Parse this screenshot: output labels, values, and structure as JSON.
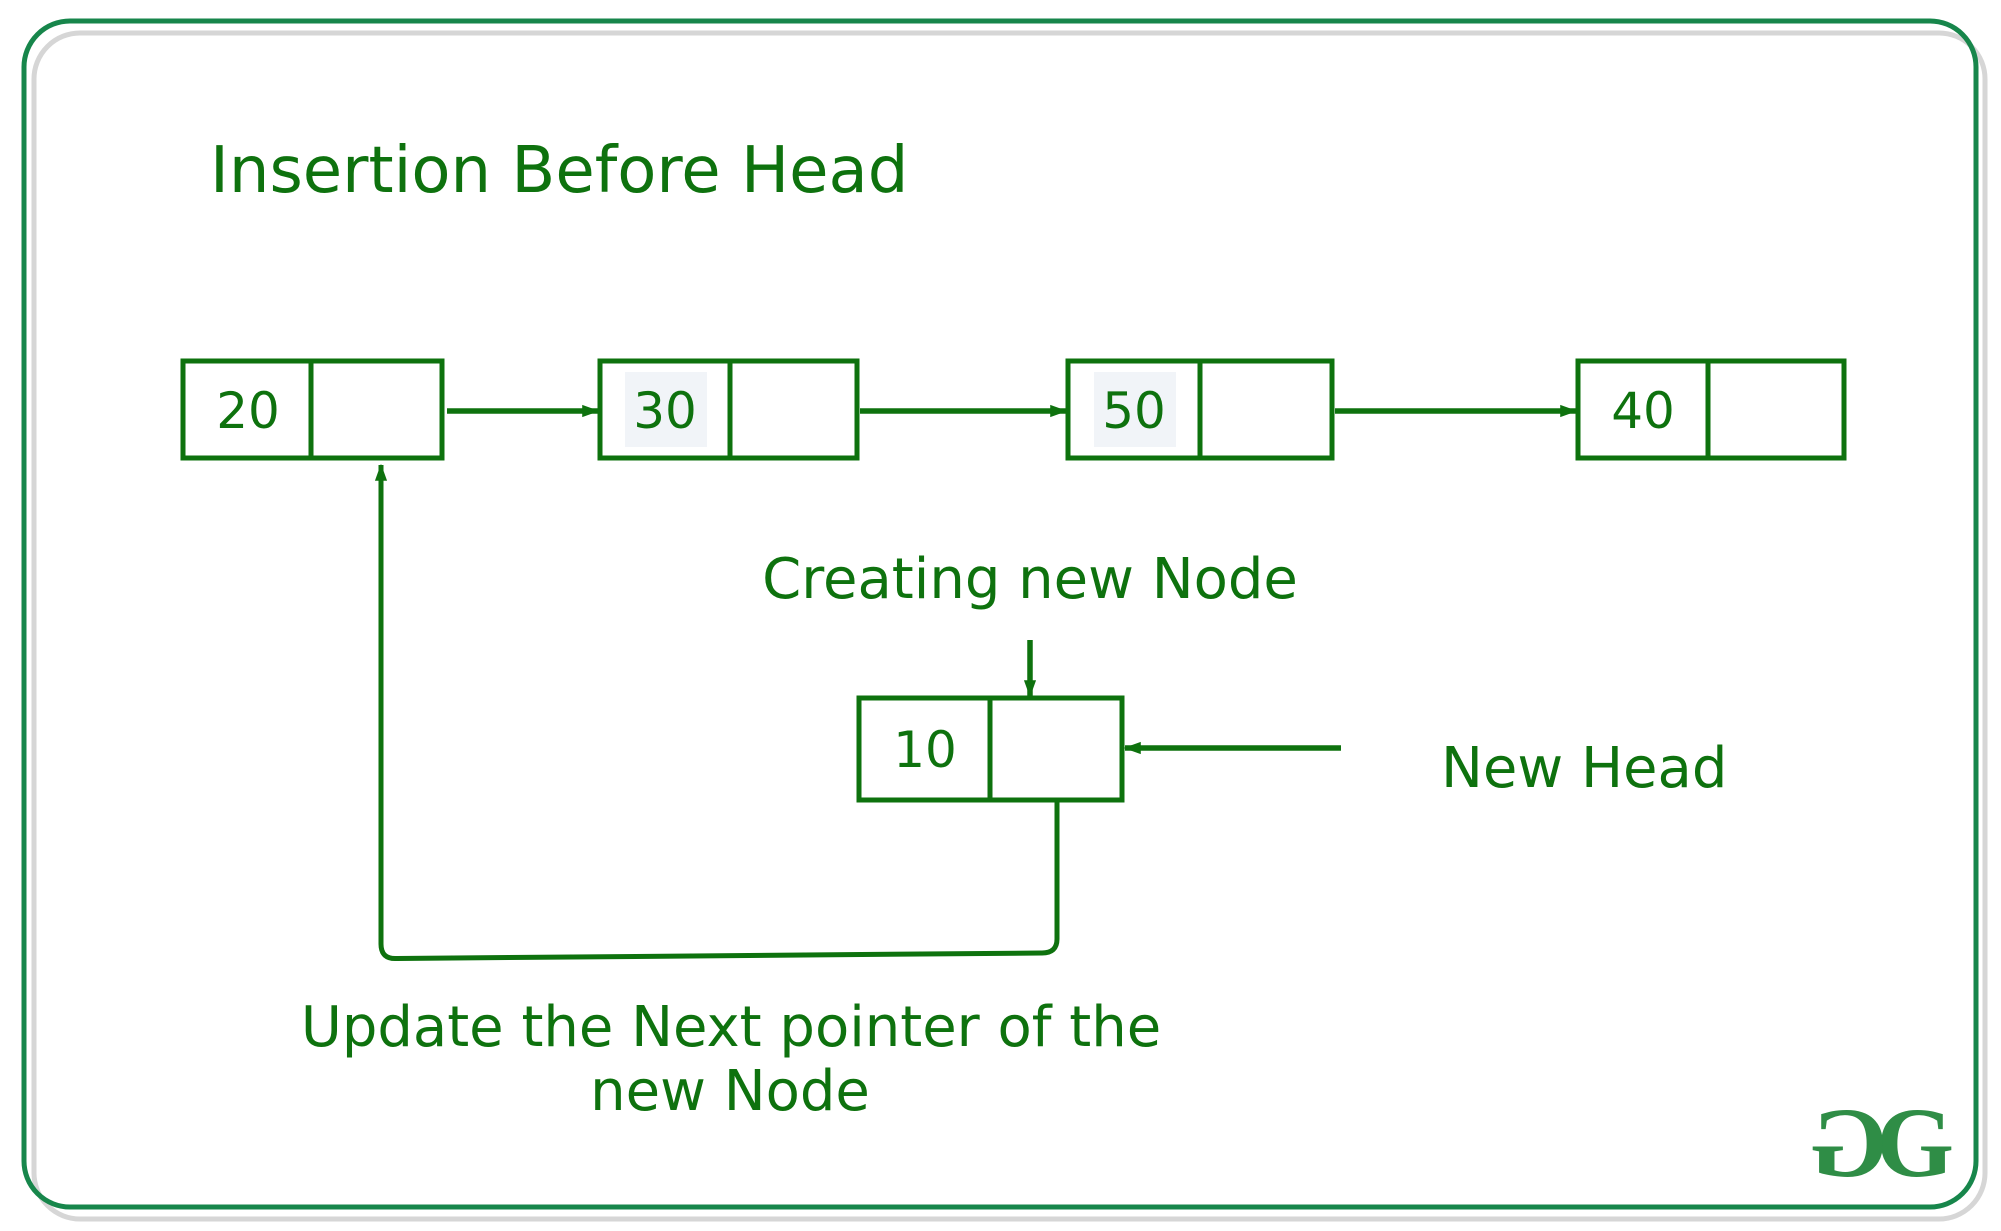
{
  "page": {
    "title": "Insertion Before Head"
  },
  "list": {
    "nodes": [
      {
        "value": "20"
      },
      {
        "value": "30"
      },
      {
        "value": "50"
      },
      {
        "value": "40"
      }
    ],
    "new_node": {
      "value": "10"
    }
  },
  "annotations": {
    "creating": "Creating new Node",
    "new_head": "New Head",
    "update_line1": "Update the Next pointer of the",
    "update_line2": "new Node"
  },
  "logo": {
    "letter_left": "G",
    "letter_right": "G"
  },
  "colors": {
    "diagram_green": "#0E720E",
    "frame_green": "#17864B",
    "frame_gray": "#D6D6D6",
    "logo_green": "#2F8D46",
    "value_highlight": "#F1F4F8"
  }
}
